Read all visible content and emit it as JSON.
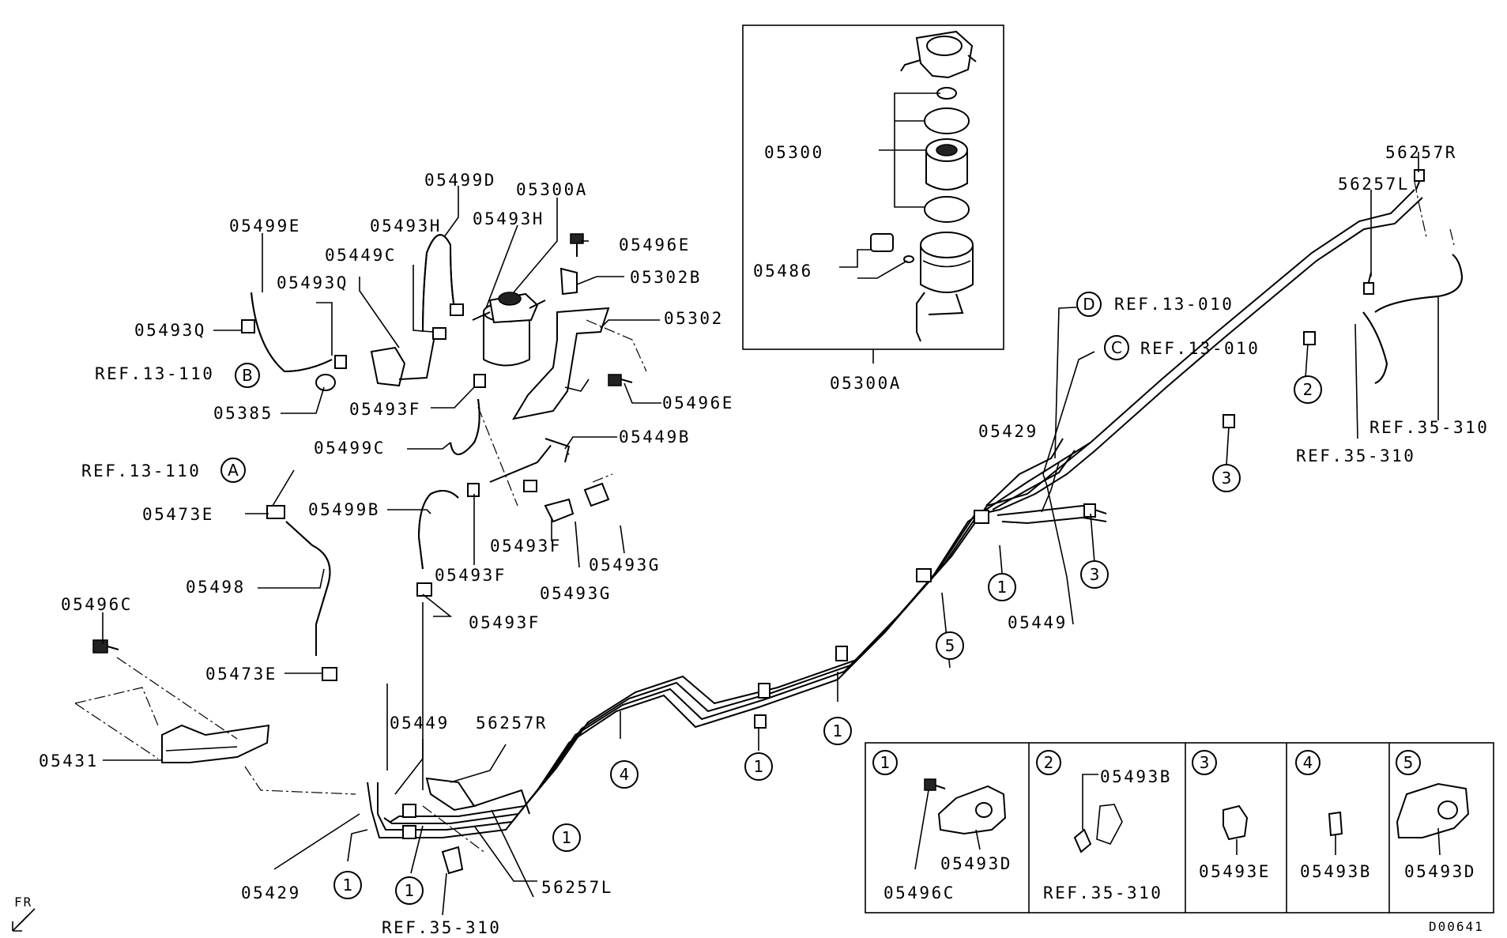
{
  "parts": {
    "p05499E": "05499E",
    "p05499D": "05499D",
    "p05300A_top": "05300A",
    "p05493H_a": "05493H",
    "p05493H_b": "05493H",
    "p05449C": "05449C",
    "p05493Q_a": "05493Q",
    "p05493Q_b": "05493Q",
    "p05496E_a": "05496E",
    "p05302B": "05302B",
    "p05302": "05302",
    "p05385": "05385",
    "p05493F_a": "05493F",
    "p05496E_b": "05496E",
    "p05499C": "05499C",
    "p05449B": "05449B",
    "p05473E_a": "05473E",
    "p05499B": "05499B",
    "p05493F_b": "05493F",
    "p05493F_c": "05493F",
    "p05493G_a": "05493G",
    "p05493G_b": "05493G",
    "p05498": "05498",
    "p05493F_d": "05493F",
    "p05496C": "05496C",
    "p05473E_b": "05473E",
    "p05431": "05431",
    "p05449_a": "05449",
    "p56257R_a": "56257R",
    "p05429_a": "05429",
    "p56257L_a": "56257L",
    "p05300": "05300",
    "p05486": "05486",
    "p05300A_box": "05300A",
    "p05429_b": "05429",
    "p05449_b": "05449",
    "p56257R_b": "56257R",
    "p56257L_b": "56257L"
  },
  "refs": {
    "refB": "REF.13-110",
    "refA": "REF.13-110",
    "refD": "REF.13-010",
    "refC": "REF.13-010",
    "ref35a": "REF.35-310",
    "ref35b": "REF.35-310",
    "ref35bottom": "REF.35-310",
    "ref35legend": "REF.35-310"
  },
  "circle_letters": {
    "A": "A",
    "B": "B",
    "C": "C",
    "D": "D"
  },
  "circle_numbers": {
    "n1": "1",
    "n2": "2",
    "n3": "3",
    "n4": "4",
    "n5": "5"
  },
  "legend": {
    "c1_num": "1",
    "c1_a": "05496C",
    "c1_b": "05493D",
    "c2_num": "2",
    "c2_a": "05493B",
    "c3_num": "3",
    "c3_a": "05493E",
    "c4_num": "4",
    "c4_a": "05493B",
    "c5_num": "5",
    "c5_a": "05493D"
  },
  "front_label": "FR",
  "diagram_id": "D00641"
}
